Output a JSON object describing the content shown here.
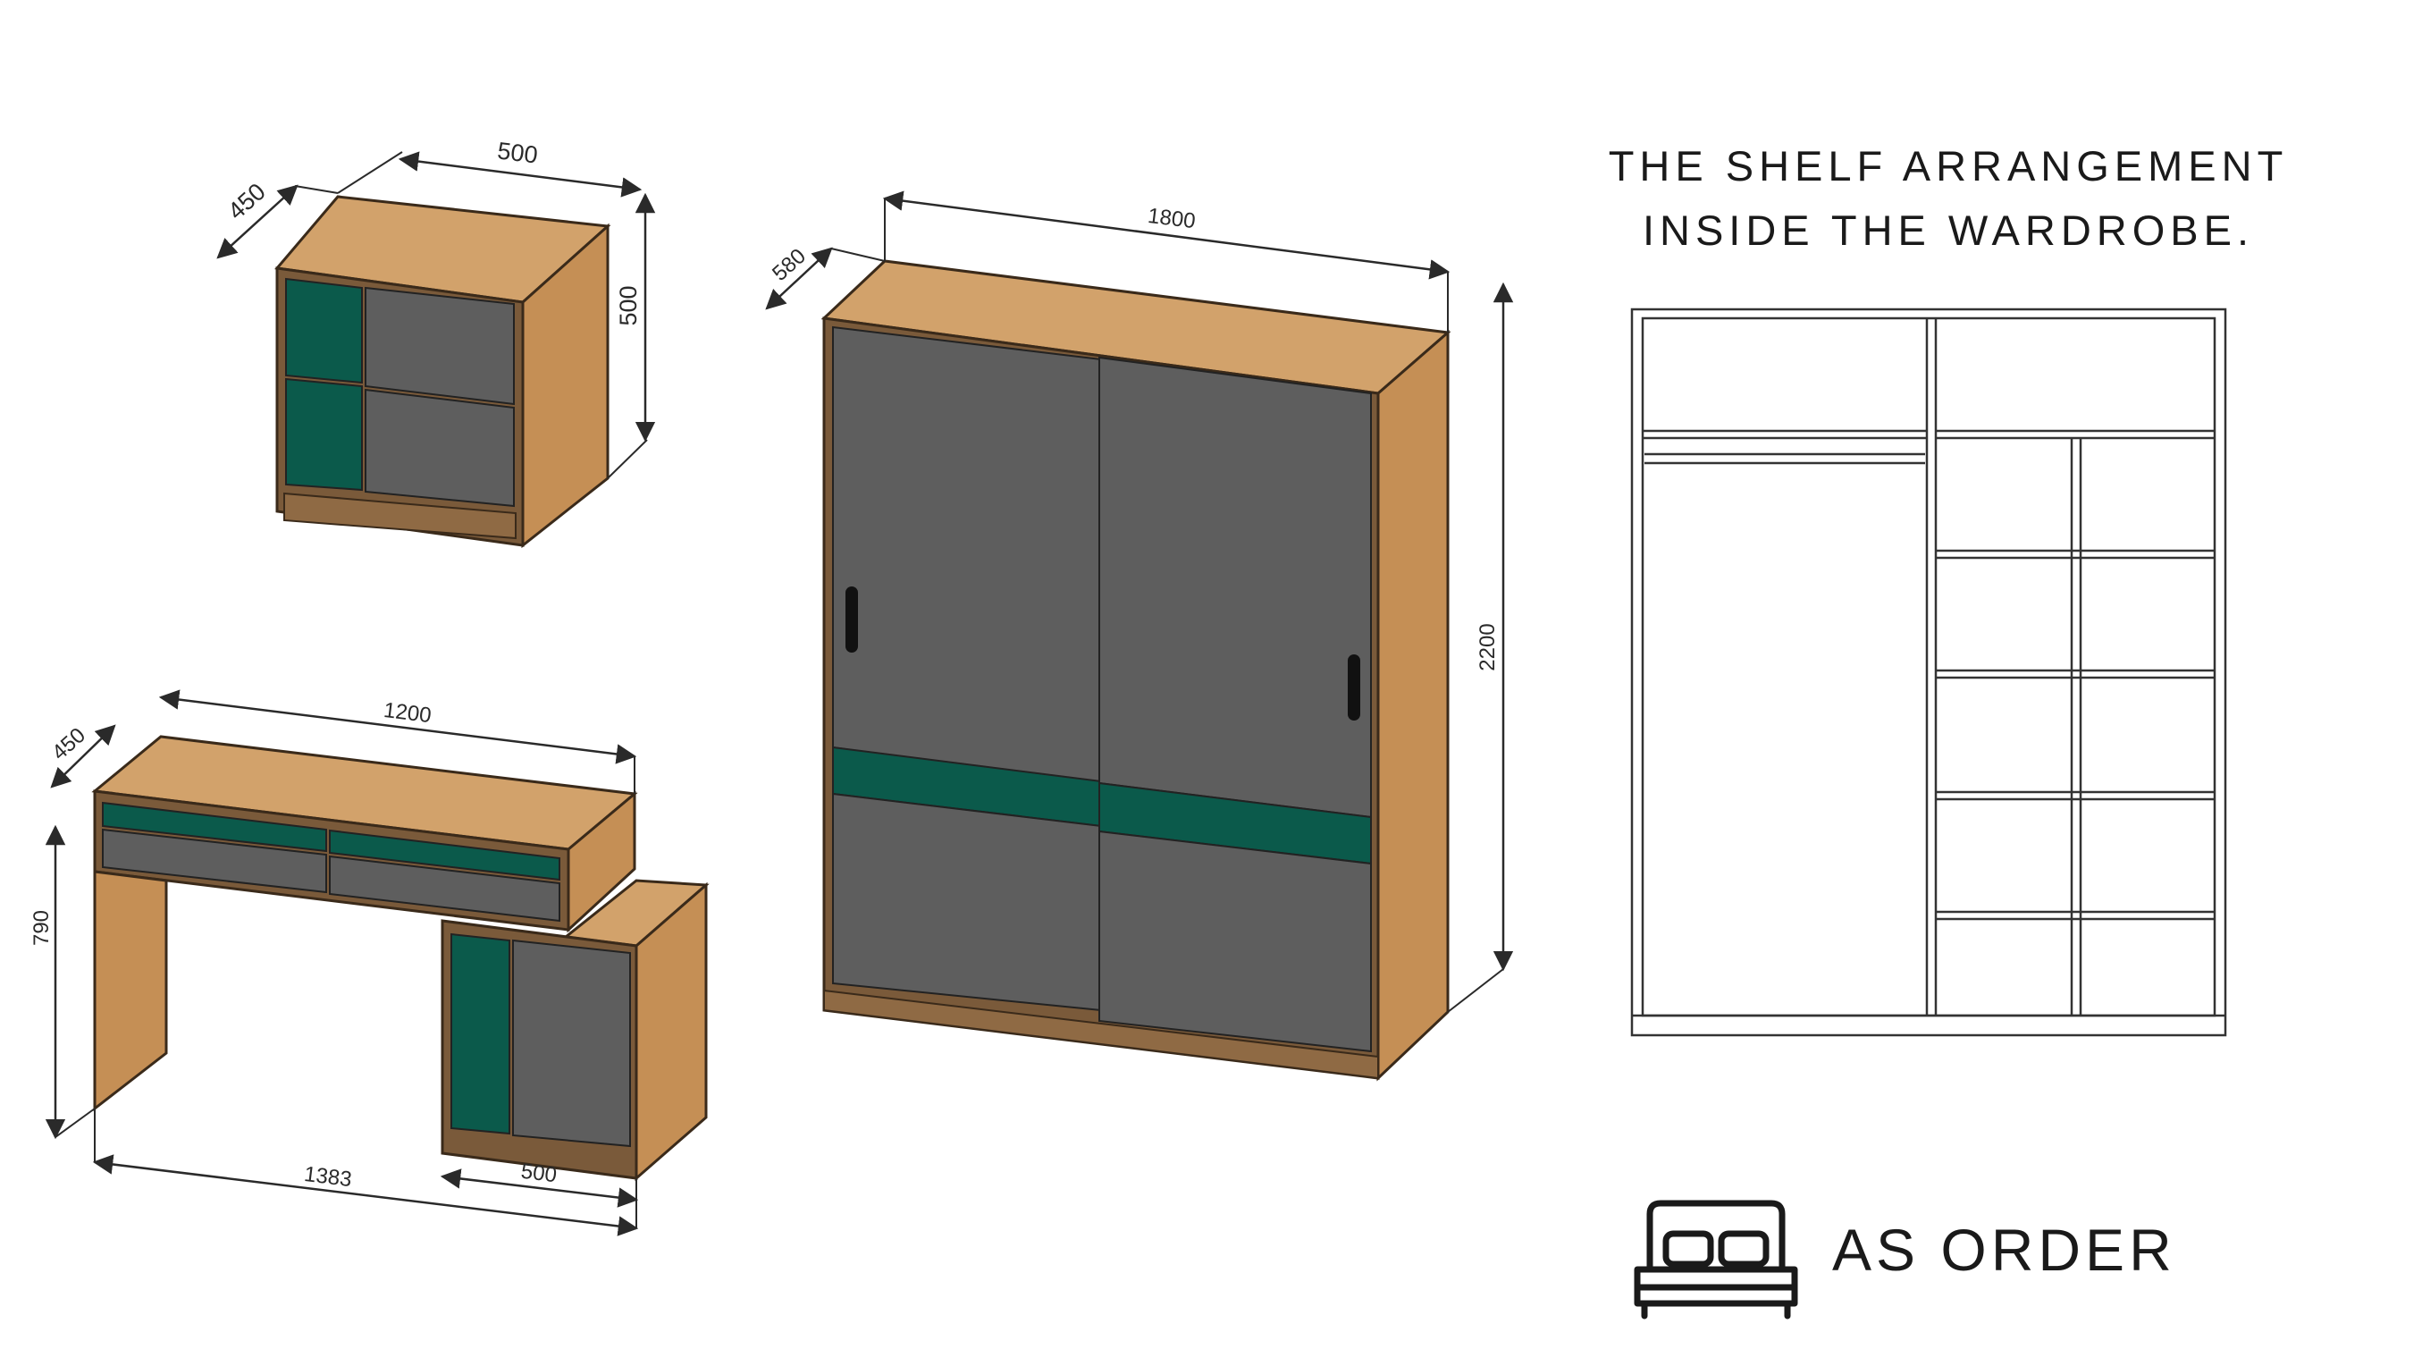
{
  "heading": {
    "line1": "THE SHELF ARRANGEMENT",
    "line2": "INSIDE THE WARDROBE."
  },
  "footer": {
    "icon": "bed-icon",
    "label": "AS ORDER"
  },
  "nightstand": {
    "width": "500",
    "depth": "450",
    "height": "500"
  },
  "desk": {
    "width": "1200",
    "depth": "450",
    "height": "790",
    "total_length": "1383",
    "cabinet_width": "500"
  },
  "wardrobe": {
    "width": "1800",
    "depth": "580",
    "height": "2200"
  },
  "colors": {
    "wood": "#c8955c",
    "wood_top": "#d2a26b",
    "wood_dark": "#7a5a3a",
    "panel_grey": "#5e5e5e",
    "accent_green": "#0b5a4b",
    "line": "#2a2a2a"
  }
}
